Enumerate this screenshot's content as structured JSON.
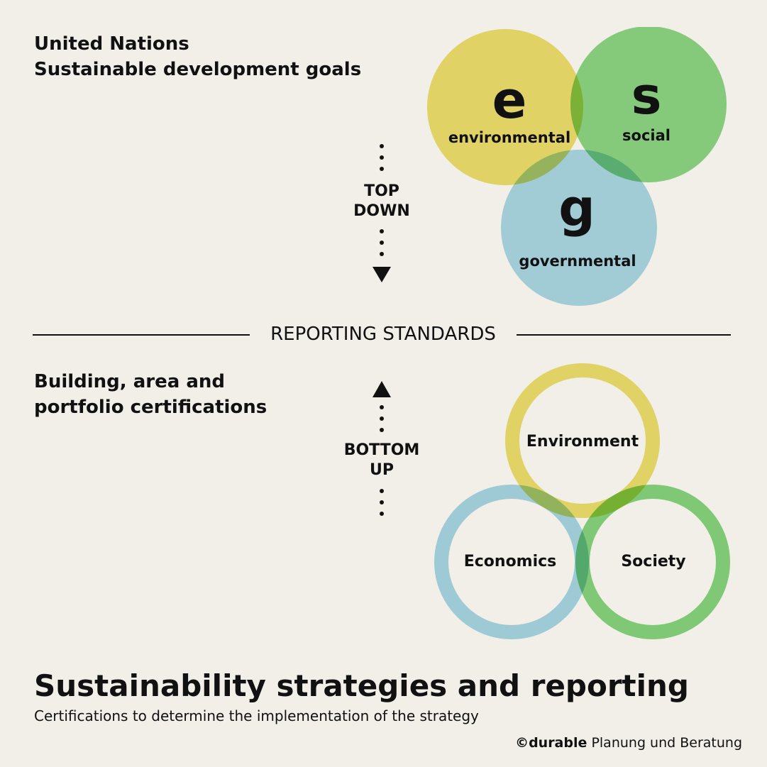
{
  "top_section": {
    "heading_line1": "United Nations",
    "heading_line2": "Sustainable development goals",
    "arrow_line1": "TOP",
    "arrow_line2": "DOWN"
  },
  "divider_label": "REPORTING STANDARDS",
  "bottom_section": {
    "heading_line1": "Building, area and",
    "heading_line2": "portfolio certifications",
    "arrow_line1": "BOTTOM",
    "arrow_line2": "UP"
  },
  "esg": {
    "environmental": {
      "letter": "e",
      "word": "environmental",
      "color": "#ece06e"
    },
    "social": {
      "letter": "s",
      "word": "social",
      "color": "#86d681"
    },
    "governmental": {
      "letter": "g",
      "word": "governmental",
      "color": "#a6d8e9"
    }
  },
  "pillars": {
    "environment": {
      "label": "Environment",
      "color": "#ece06e"
    },
    "economics": {
      "label": "Economics",
      "color": "#a6d8e9"
    },
    "society": {
      "label": "Society",
      "color": "#86d681"
    }
  },
  "footer": {
    "title": "Sustainability strategies and reporting",
    "subtitle": "Certifications to determine the implementation of the strategy",
    "copyright_symbol": "©",
    "brand": "durable",
    "brand_rest": "Planung und Beratung"
  }
}
